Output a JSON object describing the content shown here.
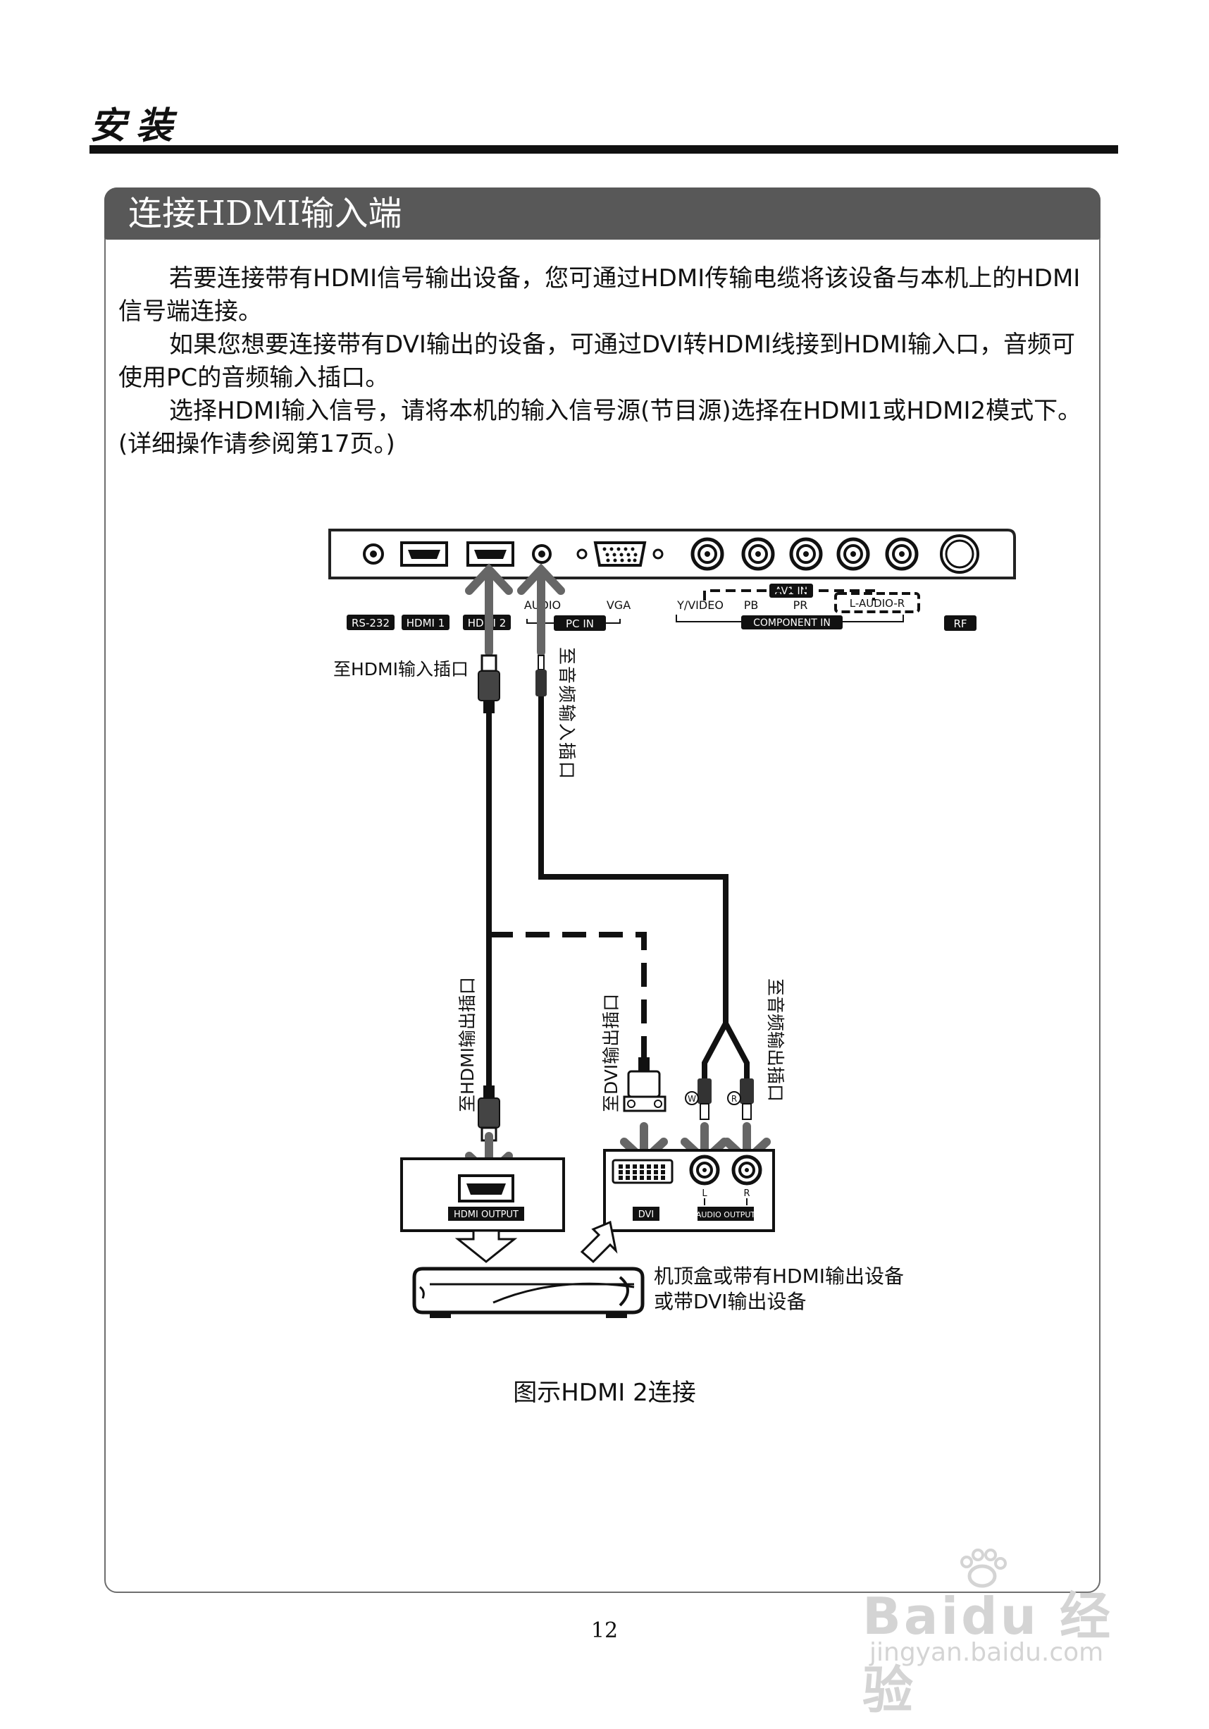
{
  "header": {
    "title": "安装"
  },
  "section": {
    "title": "连接HDMI输入端"
  },
  "paragraphs": [
    "若要连接带有HDMI信号输出设备，您可通过HDMI传输电缆将该设备与本机上的HDMI信号端连接。",
    "如果您想要连接带有DVI输出的设备，可通过DVI转HDMI线接到HDMI输入口，音频可使用PC的音频输入插口。",
    "选择HDMI输入信号，请将本机的输入信号源(节目源)选择在HDMI1或HDMI2模式下。(详细操作请参阅第17页。)"
  ],
  "diagram": {
    "tv_ports": {
      "rs232": "RS-232",
      "hdmi1": "HDMI 1",
      "hdmi2": "HDMI 2",
      "audio": "AUDIO",
      "vga": "VGA",
      "pc_in": "PC IN",
      "y_video": "Y/VIDEO",
      "pb": "PB",
      "pr": "PR",
      "av1_in": "AV1 IN",
      "l_audio_r": "L-AUDIO-R",
      "component_in": "COMPONENT IN",
      "rf": "RF"
    },
    "labels": {
      "to_hdmi_in": "至HDMI输入插口",
      "to_audio_in": "至音频输入插口",
      "to_hdmi_out": "至HDMI输出插口",
      "to_dvi_out": "至DVI输出插口",
      "to_audio_out": "至音频输出插口",
      "plug_l": "W",
      "plug_r": "R"
    },
    "source_ports": {
      "hdmi_output": "HDMI OUTPUT",
      "dvi": "DVI",
      "audio_output": "AUDIO OUTPUT",
      "l": "L",
      "r": "R"
    },
    "device_label_1": "机顶盒或带有HDMI输出设备",
    "device_label_2": "或带DVI输出设备"
  },
  "caption": "图示HDMI 2连接",
  "page_number": "12",
  "watermark": {
    "brand": "Baidu 经验",
    "url": "jingyan.baidu.com"
  }
}
